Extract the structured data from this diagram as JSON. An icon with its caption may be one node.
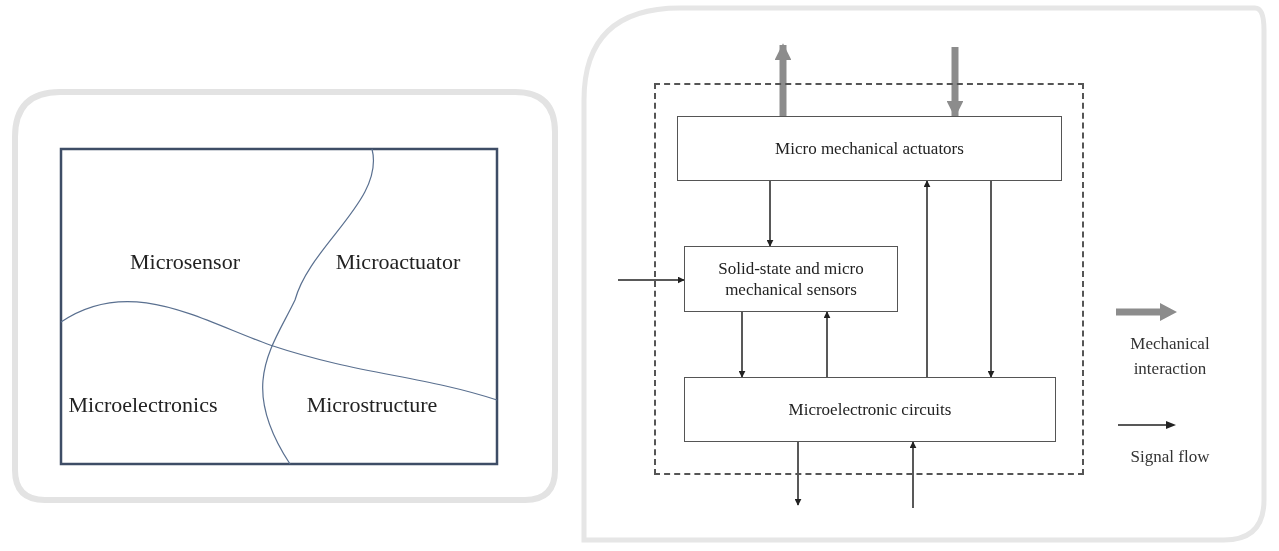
{
  "diagram": {
    "nodes": [
      {
        "text": [],
        "shape": "box"
      },
      {
        "text": [
          "Micro mechanical actuators"
        ],
        "in": 0
      },
      {
        "text": [
          "Solid-state and micro mechanical sensors"
        ],
        "in": 0
      },
      {
        "text": [
          "Microelectronic circuits"
        ],
        "in": 0
      }
    ],
    "edges": [
      {
        "from": 1,
        "to": null,
        "arrow": "to",
        "style": "thick",
        "color": "#8c8c8c"
      },
      {
        "from": null,
        "to": 1,
        "arrow": "to",
        "style": "thick",
        "color": "#8c8c8c"
      },
      {
        "from": 1,
        "to": 2,
        "arrow": "to"
      },
      {
        "from": 3,
        "to": 1,
        "arrow": "to"
      },
      {
        "from": 1,
        "to": 3,
        "arrow": "to"
      },
      {
        "from": null,
        "to": 2,
        "arrow": "to"
      },
      {
        "from": 2,
        "to": 3,
        "arrow": "to"
      },
      {
        "from": 3,
        "to": 2,
        "arrow": "to"
      },
      {
        "from": 3,
        "to": null,
        "arrow": "to"
      },
      {
        "from": null,
        "to": 3,
        "arrow": "to"
      }
    ],
    "labels": [
      "Microsensor",
      "Microactuator",
      "Microelectronics",
      "Microstructure"
    ],
    "legend": [
      {
        "text": "Mechanical interaction"
      },
      {
        "text": "Signal flow"
      }
    ]
  }
}
